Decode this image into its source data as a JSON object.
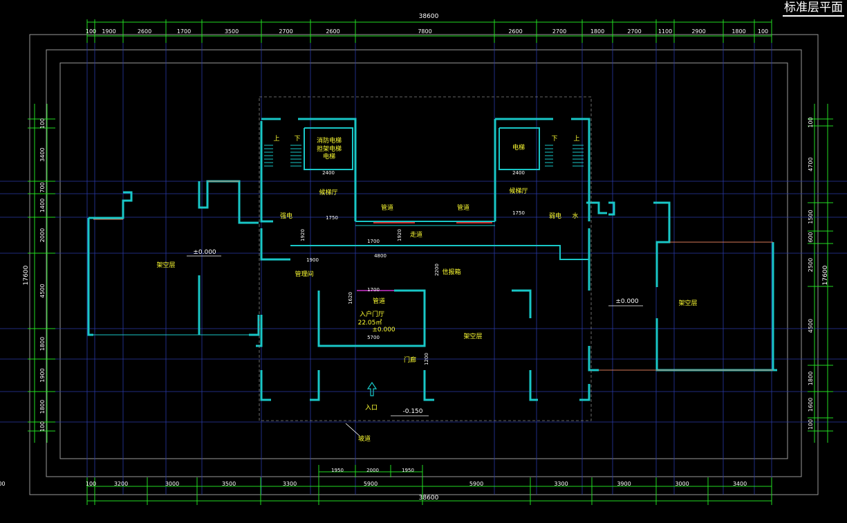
{
  "title": "标准层平面",
  "colors": {
    "background": "#000000",
    "dim": "#ffffff",
    "dimLine": "#22dd22",
    "grid": "#2a3aa8",
    "wall": "#19c7c7",
    "label": "#ffff33",
    "frame": "#9a9a9a"
  },
  "top_total": "38600",
  "bottom_total": "38600",
  "left_total": "17600",
  "right_total": "17600",
  "top_dims": [
    "100",
    "1900",
    "2600",
    "1700",
    "3500",
    "2700",
    "2600",
    "7800",
    "2600",
    "2700",
    "1800",
    "2700",
    "1100",
    "2900",
    "1800",
    "100"
  ],
  "bottom_dims": [
    "100",
    "3200",
    "3000",
    "3500",
    "3300",
    "5900",
    "5900",
    "3300",
    "3900",
    "3000",
    "3400",
    "100"
  ],
  "bottom_sub_dims": [
    "1950",
    "2000",
    "1950"
  ],
  "left_dims": [
    "100",
    "3400",
    "700",
    "1400",
    "2000",
    "4500",
    "1800",
    "1900",
    "1800",
    "100"
  ],
  "right_dims": [
    "100",
    "4700",
    "1500",
    "600",
    "2500",
    "4500",
    "1800",
    "1600",
    "100"
  ],
  "rooms": {
    "stair_up": "上",
    "stair_down": "下",
    "fire_elevator": "消防电梯",
    "stretcher_elevator": "担架电梯",
    "elevator": "电梯",
    "lobby_left": "候梯厅",
    "lobby_right": "候梯厅",
    "strong_elec": "强电",
    "weak_elec": "弱电",
    "water": "水",
    "pipe_left": "管道",
    "pipe_right": "管道",
    "corridor": "走道",
    "mgmt": "管理间",
    "mailbox": "信报箱",
    "pipe_mid": "管道",
    "entry_hall": "入户门厅",
    "entry_area": "22.05㎡",
    "level_hall": "±0.000",
    "canopy": "门廊",
    "pilotis_left": "架空层",
    "pilotis_mid": "架空层",
    "pilotis_right": "架空层",
    "entrance": "入口",
    "ramp": "坡道",
    "level_left": "±0.000",
    "level_right": "±0.000",
    "level_entrance": "-0.150"
  },
  "inner_dims": {
    "d2400a": "2400",
    "d2400b": "2400",
    "d1750a": "1750",
    "d1750b": "1750",
    "d1920a": "1920",
    "d1920b": "1920",
    "d1700a": "1700",
    "d1700b": "1700",
    "d4800": "4800",
    "d1900": "1900",
    "d2200": "2200",
    "d5700": "5700",
    "d1200": "1200",
    "d1620": "1620"
  }
}
